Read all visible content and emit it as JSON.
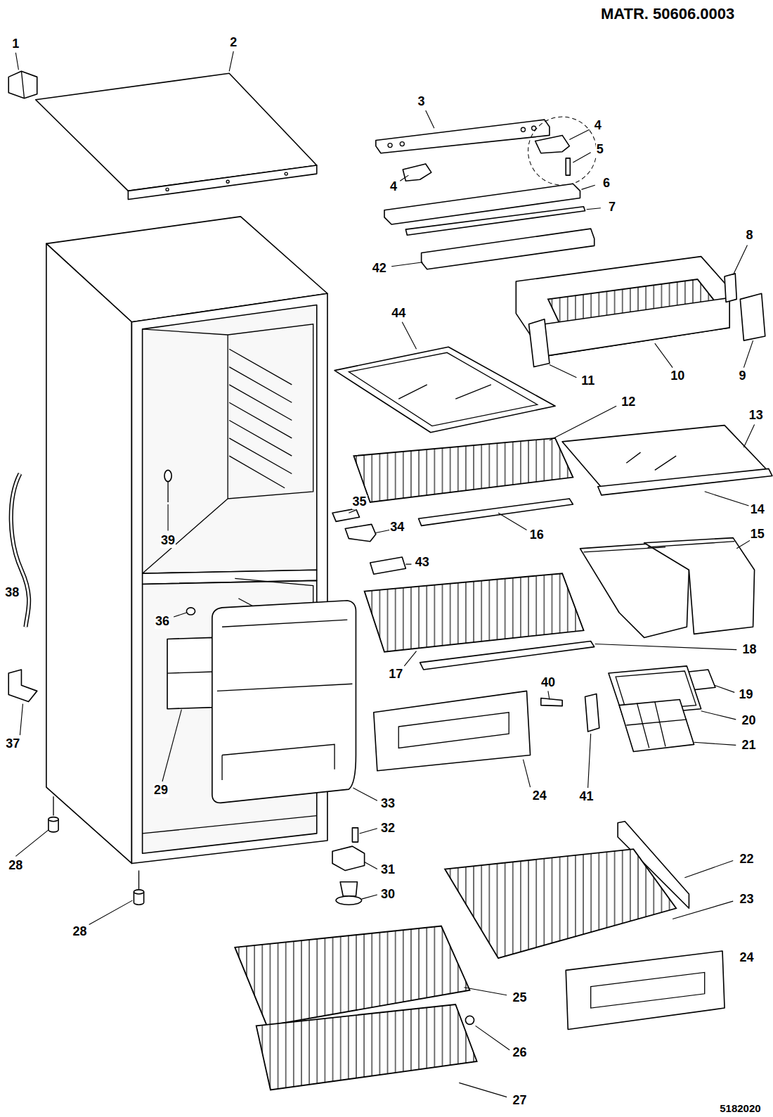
{
  "diagram": {
    "title": "MATR. 50606.0003",
    "labels": [
      "1",
      "2",
      "3",
      "4",
      "5",
      "4",
      "6",
      "7",
      "8",
      "42",
      "44",
      "11",
      "10",
      "9",
      "12",
      "13",
      "35",
      "14",
      "34",
      "16",
      "15",
      "39",
      "43",
      "38",
      "36",
      "18",
      "17",
      "40",
      "19",
      "20",
      "37",
      "21",
      "29",
      "24",
      "41",
      "33",
      "32",
      "22",
      "28",
      "31",
      "30",
      "23",
      "28",
      "24",
      "25",
      "26",
      "27",
      "5182020"
    ]
  }
}
